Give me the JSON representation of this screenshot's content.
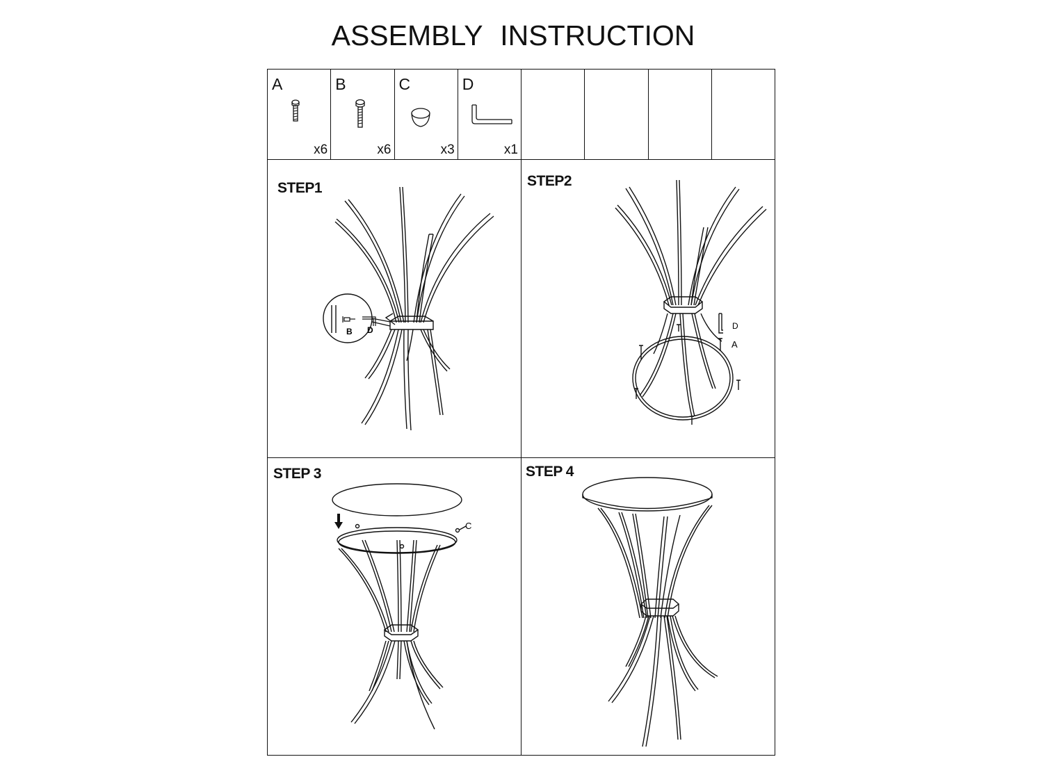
{
  "title": "ASSEMBLY  INSTRUCTION",
  "parts": [
    {
      "letter": "A",
      "qty": "x6",
      "icon": "short-screw-icon"
    },
    {
      "letter": "B",
      "qty": "x6",
      "icon": "long-screw-icon"
    },
    {
      "letter": "C",
      "qty": "x3",
      "icon": "rubber-pad-icon"
    },
    {
      "letter": "D",
      "qty": "x1",
      "icon": "allen-key-icon"
    },
    {
      "letter": "",
      "qty": ""
    },
    {
      "letter": "",
      "qty": ""
    },
    {
      "letter": "",
      "qty": ""
    },
    {
      "letter": "",
      "qty": ""
    }
  ],
  "steps": {
    "step1": {
      "label": "STEP1",
      "callout_b": "B",
      "callout_d": "D"
    },
    "step2": {
      "label": "STEP2",
      "callout_d": "D",
      "callout_a": "A"
    },
    "step3": {
      "label": "STEP 3",
      "callout_c": "C"
    },
    "step4": {
      "label": "STEP 4"
    }
  }
}
